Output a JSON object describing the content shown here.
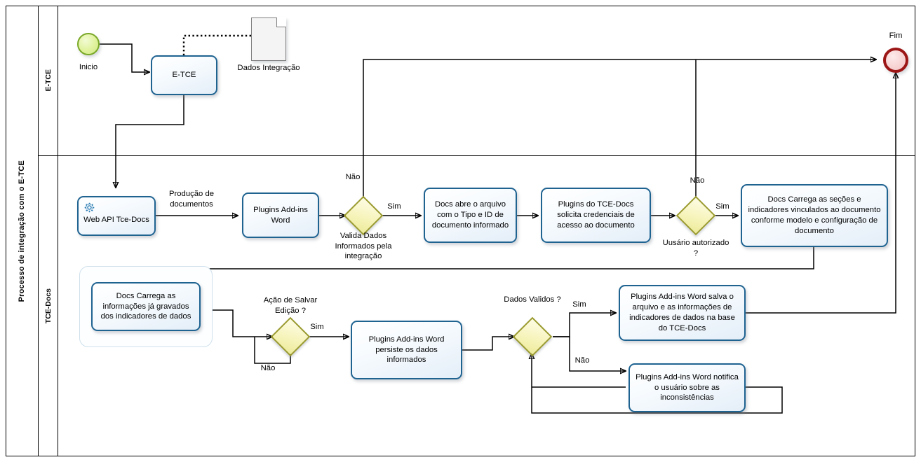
{
  "pool": {
    "label": "Processo de integração com o E-TCE"
  },
  "lanes": [
    {
      "id": "lane-e-tce",
      "label": "E-TCE"
    },
    {
      "id": "lane-tce-docs",
      "label": "TCE-Docs"
    }
  ],
  "events": [
    {
      "id": "start",
      "type": "start-event",
      "label": "Inicio",
      "color": "#cfe885"
    },
    {
      "id": "end",
      "type": "end-event",
      "label": "Fim",
      "color": "#9c1616"
    }
  ],
  "tasks": [
    {
      "id": "t-etce",
      "label": "E-TCE"
    },
    {
      "id": "t-webapi",
      "label": "Web API Tce-Docs",
      "icon": "gear-icon"
    },
    {
      "id": "t-plugins-word",
      "label": "Plugins Add-ins Word"
    },
    {
      "id": "t-docs-abre",
      "label": "Docs  abre o arquivo com o Tipo e ID de documento informado"
    },
    {
      "id": "t-credenciais",
      "label": "Plugins do TCE-Docs solicita credenciais de acesso ao documento"
    },
    {
      "id": "t-carrega-secoes",
      "label": "Docs Carrega as seções e indicadores vinculados ao documento conforme modelo e configuração de documento"
    },
    {
      "id": "t-carrega-info",
      "label": "Docs Carrega as informações já gravados dos indicadores de dados"
    },
    {
      "id": "t-persiste",
      "label": "Plugins Add-ins Word persiste os dados informados"
    },
    {
      "id": "t-salva",
      "label": "Plugins Add-ins Word salva o arquivo e as informações de indicadores de dados na base do TCE-Docs"
    },
    {
      "id": "t-notifica",
      "label": "Plugins Add-ins Word notifica o usuário sobre as inconsistências"
    }
  ],
  "gateways": [
    {
      "id": "g-valida",
      "label": "Valida Dados Informados pela integração"
    },
    {
      "id": "g-usuario",
      "label": "Uusário autorizado ?"
    },
    {
      "id": "g-salvar",
      "label": "Ação de Salvar Edição ?"
    },
    {
      "id": "g-dados",
      "label": "Dados Validos ?"
    }
  ],
  "data_objects": [
    {
      "id": "do-integracao",
      "label": "Dados Integração"
    }
  ],
  "flow_labels": {
    "producao": "Produção de documentos",
    "valida_nao": "Não",
    "valida_sim": "Sim",
    "usuario_nao": "Não",
    "usuario_sim": "Sim",
    "salvar_sim": "Sim",
    "salvar_nao": "Não",
    "dados_sim": "Sim",
    "dados_nao": "Não"
  },
  "colors": {
    "task_border": "#1f6391",
    "gateway_border": "#9a9a2e",
    "gateway_fill": "#f6f3b8",
    "start_border": "#7aa828",
    "end_border": "#9c1616",
    "connector": "#000000"
  }
}
